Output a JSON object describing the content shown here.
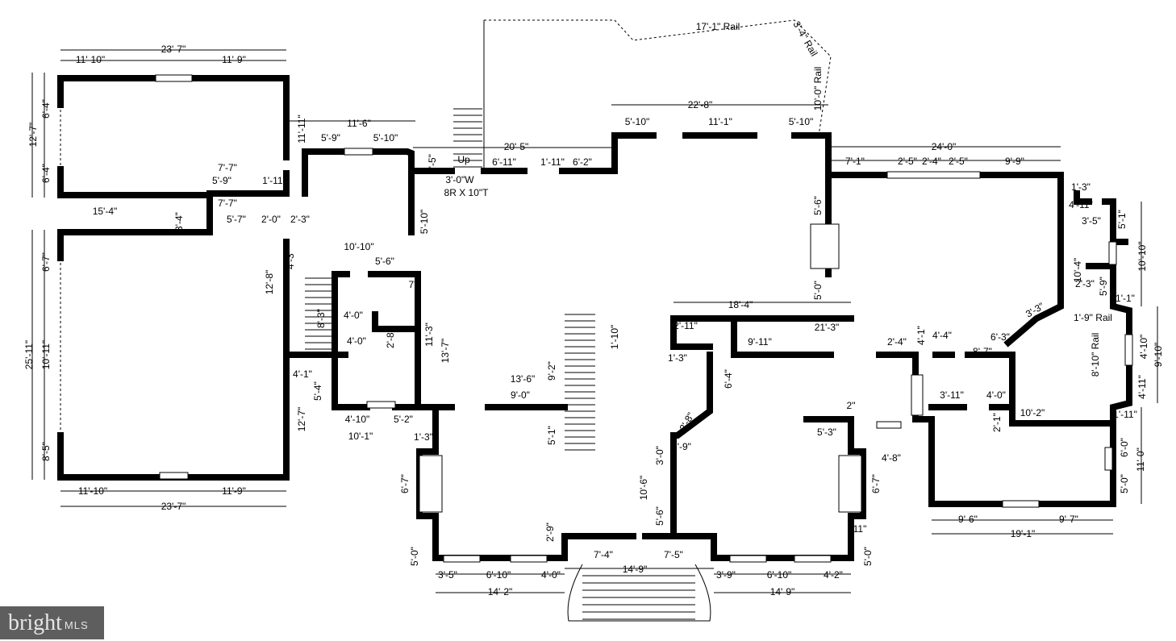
{
  "logo": {
    "brand": "bright",
    "suffix": "MLS"
  },
  "labels": [
    "23'-7\"",
    "11'-10\"",
    "11'-9\"",
    "12'-7\"",
    "6'-4\"",
    "6'-4\"",
    "15'-4\"",
    "25'-11\"",
    "6'-7\"",
    "10'-11\"",
    "8'-5\"",
    "11'-10\"",
    "11'-9\"",
    "23'-7\"",
    "11'-6\"",
    "5'-9\"",
    "5'-10\"",
    "11'-11\"",
    "7'-7\"",
    "5'-9\"",
    "1'-11\"",
    "7'-7\"",
    "5'-7\"",
    "2'-0\"",
    "2'-3\"",
    "3'-4\"",
    "10'-10\"",
    "5'-6\"",
    "4'-3\"",
    "12'-8\"",
    "8'-3\"",
    "4'-0\"",
    "4'-0\"",
    "2'-8\"",
    "11'-3\"",
    "13'-7\"",
    "7\"",
    "4'-1\"",
    "5'-4\"",
    "12'-7\"",
    "4'-10\"",
    "5'-2\"",
    "10'-1\"",
    "1'-3\"",
    "17'-1\" Rail",
    "3'-4\" Rail",
    "10'-0\" Rail",
    "22'-8\"",
    "5'-10\"",
    "11'-1\"",
    "5'-10\"",
    "20'-5\"",
    "2'-5\"",
    "6'-11\"",
    "1'-11\"",
    "6'-2\"",
    "5'-10\"",
    "3'-0\"W",
    "8R X 10\"T",
    "Up",
    "24'-0\"",
    "7'-1\"",
    "2'-5\"",
    "2'-4\"",
    "2'-5\"",
    "9'-9\"",
    "5'-6\"",
    "5'-0\"",
    "1'-3\"",
    "4'-11\"",
    "3'-5\"",
    "5'-1\"",
    "10'-10\"",
    "10'-4\"",
    "2'-3\"",
    "5'-9\"",
    "1'-1\"",
    "3'-3\"",
    "18'-4\"",
    "21'-3\"",
    "9'-11\"",
    "2'-4\"",
    "4'-1\"",
    "4'-4\"",
    "6'-3\"",
    "8'-7\"",
    "1'-9\" Rail",
    "4'-10\"",
    "9'-10\"",
    "8'-10\" Rail",
    "4'-11\"",
    "4'-0\"",
    "3'-11\"",
    "10'-2\"",
    "2'-1\"",
    "13'-6\"",
    "9'-0\"",
    "9'-2\"",
    "1'-10\"",
    "5'-1\"",
    "1'-9\"",
    "10'-6\"",
    "5'-6\"",
    "3'-0\"",
    "2'-8\"",
    "6'-4\"",
    "1'-3\"",
    "2'-11\"",
    "6'-7\"",
    "5'-0\"",
    "2'-9\"",
    "7'-4\"",
    "7'-5\"",
    "14'-9\"",
    "3'-5\"",
    "6'-10\"",
    "4'-0\"",
    "14'-2\"",
    "3'-9\"",
    "6'-10\"",
    "4'-2\"",
    "14'-9\"",
    "6'-7\"",
    "5'-0\"",
    "11\"",
    "5'-3\"",
    "4'-8\"",
    "2\"",
    "6'-0\"",
    "11'-0\"",
    "5'-0\"",
    "9'-6\"",
    "9'-7\"",
    "19'-1\"",
    "1'-11\""
  ]
}
